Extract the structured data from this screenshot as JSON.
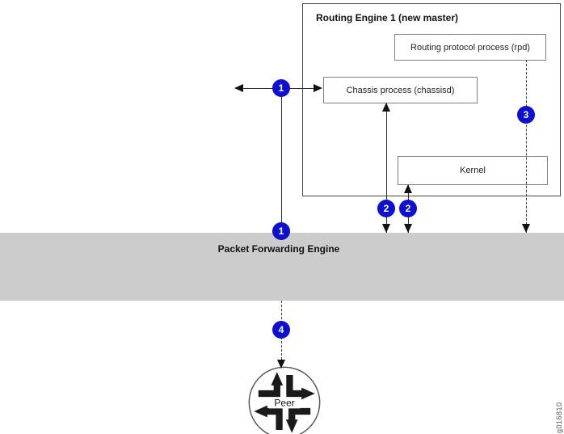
{
  "routing_engine": {
    "title": "Routing Engine 1 (new master)",
    "boxes": {
      "rpd": "Routing protocol process (rpd)",
      "chassisd": "Chassis process (chassisd)",
      "kernel": "Kernel"
    }
  },
  "pfe": {
    "label": "Packet Forwarding Engine"
  },
  "peer": {
    "label": "Peer"
  },
  "badges": [
    {
      "id": "1a",
      "label": "1"
    },
    {
      "id": "1b",
      "label": "1"
    },
    {
      "id": "2a",
      "label": "2"
    },
    {
      "id": "2b",
      "label": "2"
    },
    {
      "id": "3",
      "label": "3"
    },
    {
      "id": "4",
      "label": "4"
    }
  ],
  "watermark": "g016810",
  "colors": {
    "badge_blue": "#0f0fd2",
    "pfe_gray": "#cccccc",
    "box_border": "#808080",
    "line": "#2e2e2e"
  }
}
